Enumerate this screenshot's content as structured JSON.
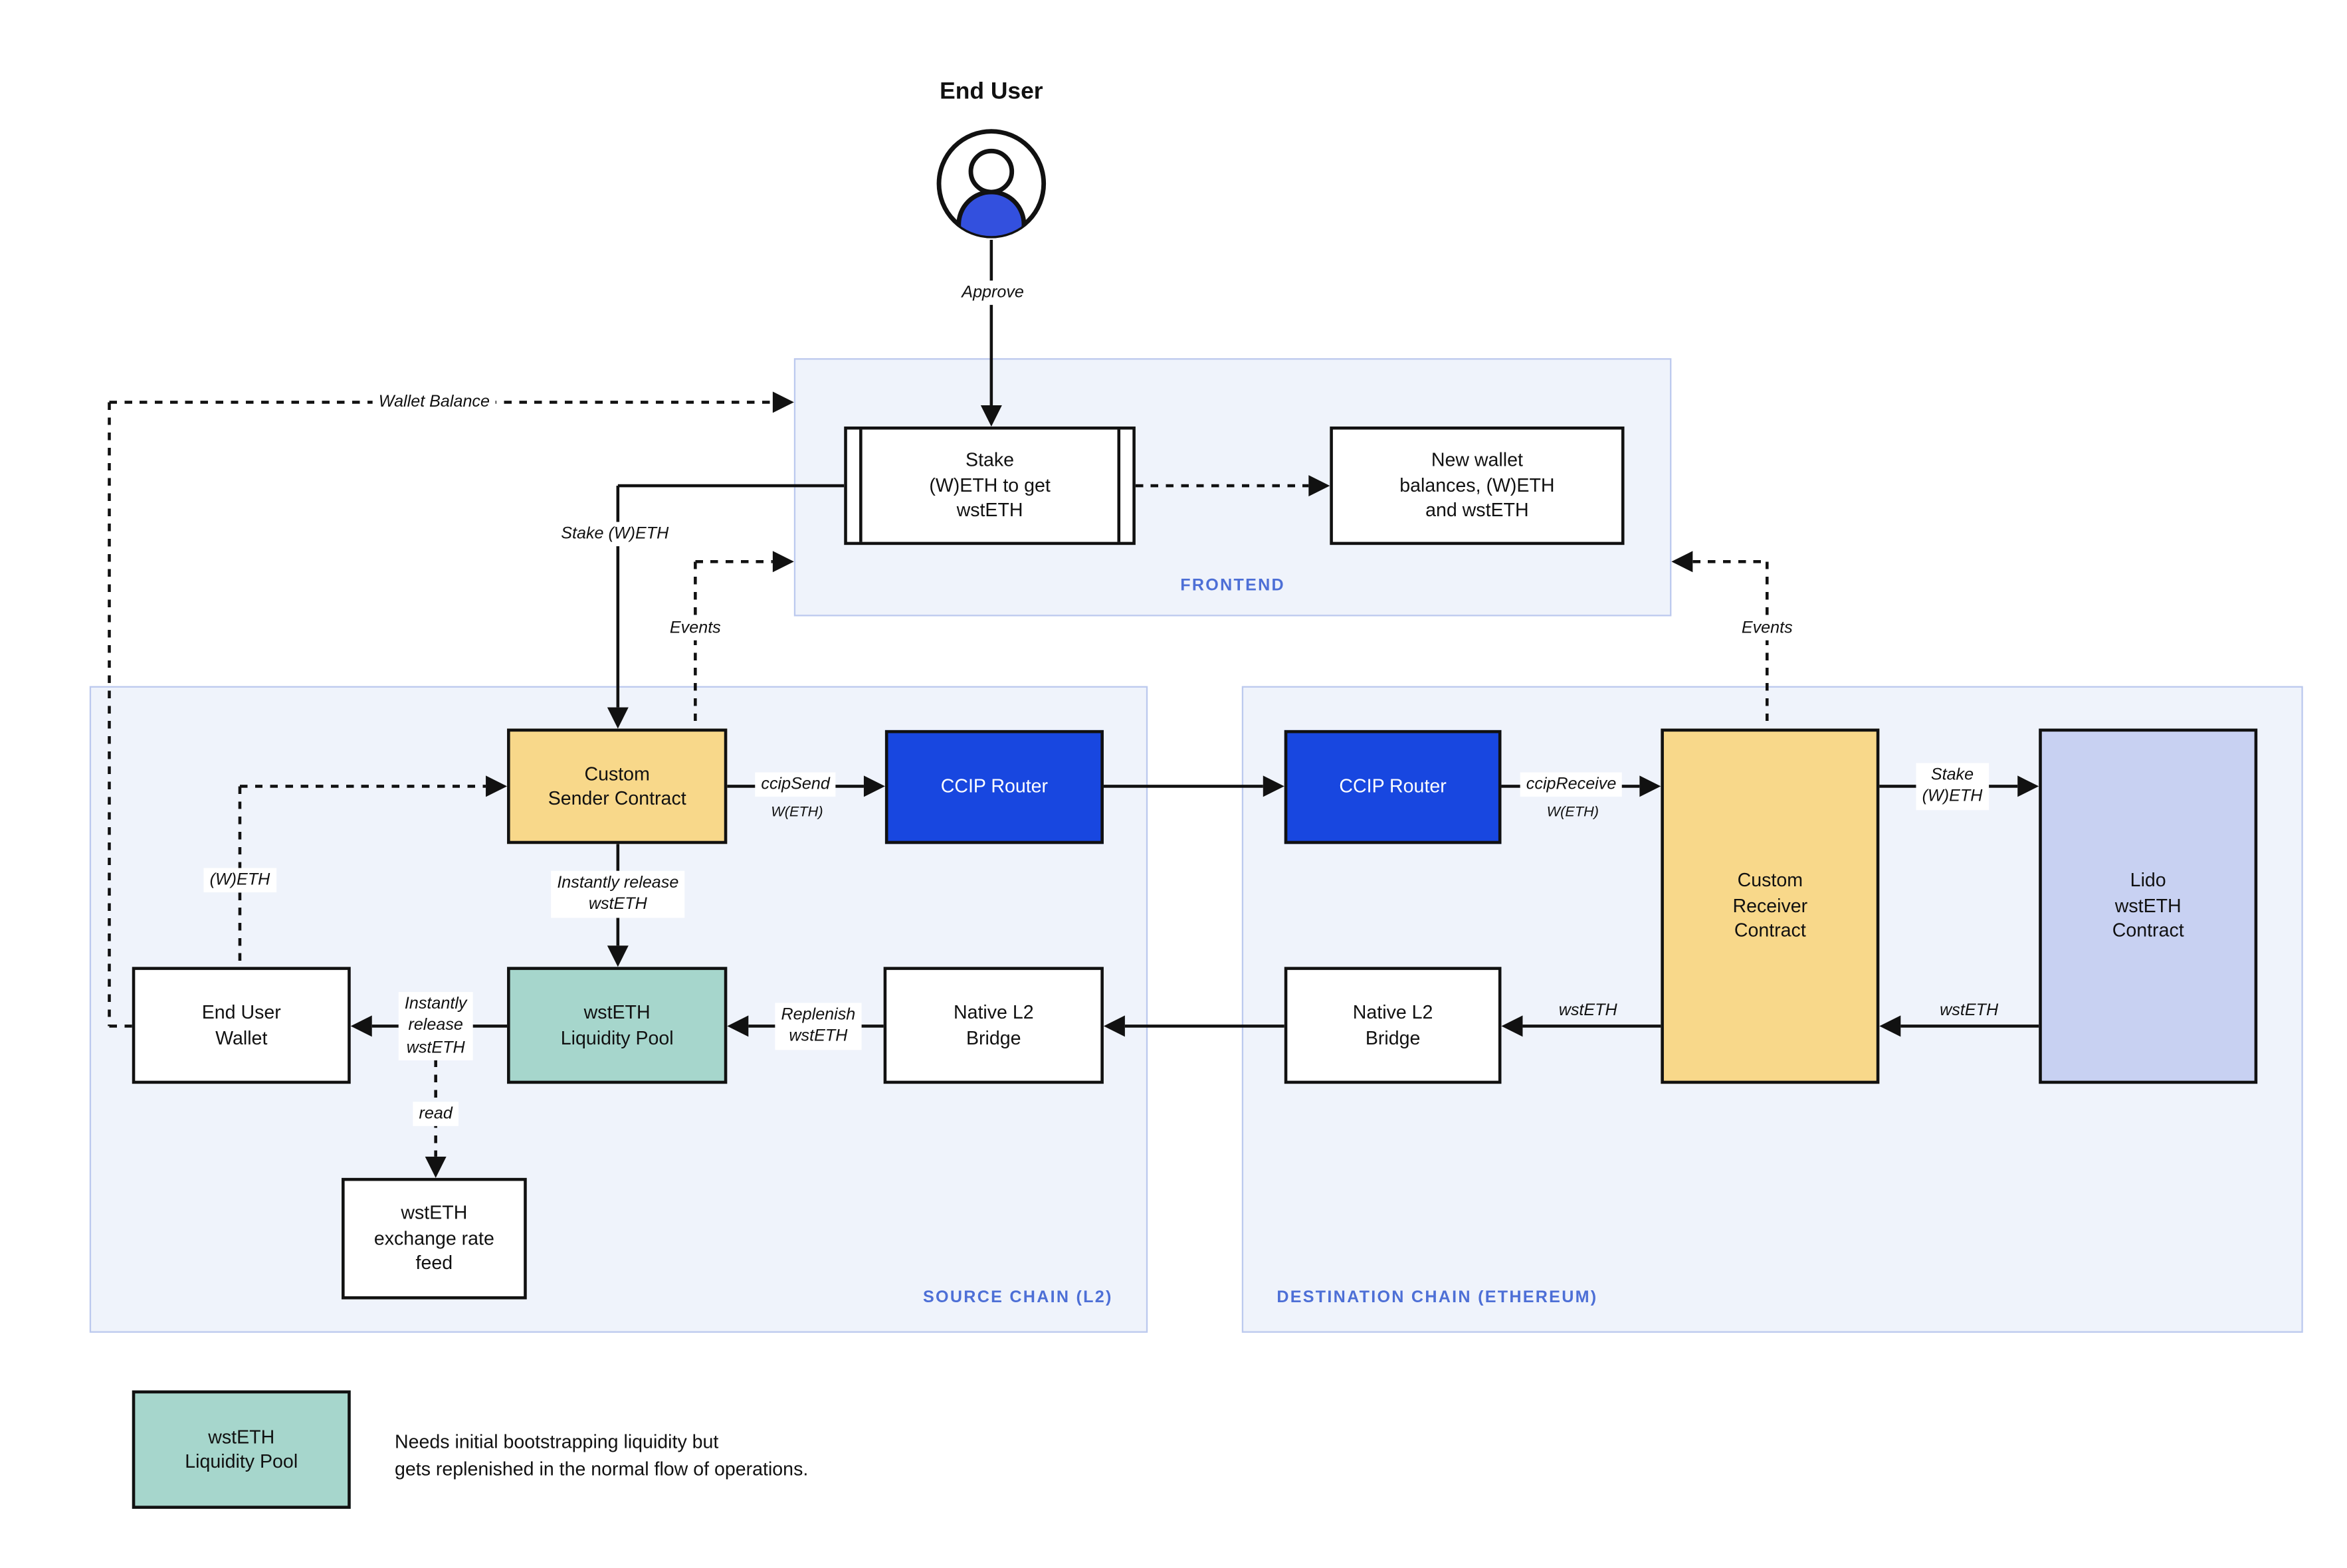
{
  "end_user": {
    "title": "End User"
  },
  "regions": {
    "frontend": "FRONTEND",
    "source_chain": "SOURCE CHAIN (L2)",
    "destination_chain": "DESTINATION CHAIN (ETHEREUM)"
  },
  "nodes": {
    "stake_widget": "Stake\n(W)ETH to get\nwstETH",
    "new_wallet": "New wallet\nbalances, (W)ETH\nand wstETH",
    "custom_sender": "Custom\nSender Contract",
    "ccip_router_src": "CCIP Router",
    "ccip_router_dst": "CCIP Router",
    "custom_receiver": "Custom\nReceiver\nContract",
    "lido_contract": "Lido\nwstETH\nContract",
    "native_bridge_src": "Native L2\nBridge",
    "native_bridge_dst": "Native L2\nBridge",
    "liquidity_pool": "wstETH\nLiquidity Pool",
    "end_user_wallet": "End User\nWallet",
    "rate_feed": "wstETH\nexchange rate\nfeed"
  },
  "edge_labels": {
    "approve": "Approve",
    "wallet_balance": "Wallet Balance",
    "stake_weth_src": "Stake (W)ETH",
    "events_src": "Events",
    "events_dst": "Events",
    "ccip_send": "ccipSend",
    "ccip_send_asset": "W(ETH)",
    "ccip_receive": "ccipReceive",
    "ccip_receive_asset": "W(ETH)",
    "stake_weth_dst": "Stake\n(W)ETH",
    "wsteth_from_lido": "wstETH",
    "wsteth_to_bridge": "wstETH",
    "replenish": "Replenish\nwstETH",
    "instant_release_v": "Instantly release\nwstETH",
    "instant_release_h": "Instantly\nrelease\nwstETH",
    "weth_fund": "(W)ETH",
    "read": "read"
  },
  "legend": {
    "box": "wstETH\nLiquidity Pool",
    "note": "Needs initial bootstrapping liquidity but\ngets replenished in the normal flow of operations."
  },
  "colors": {
    "accent_yellow": "#F8D88A",
    "accent_blue": "#1847E0",
    "accent_teal": "#A6D6CC",
    "accent_lavender": "#C8D1F2",
    "region_fill": "#EFF3FB",
    "region_border": "#BCC9EE",
    "region_label": "#4D6FD6",
    "avatar_blue": "#3350DE",
    "line": "#111111"
  }
}
